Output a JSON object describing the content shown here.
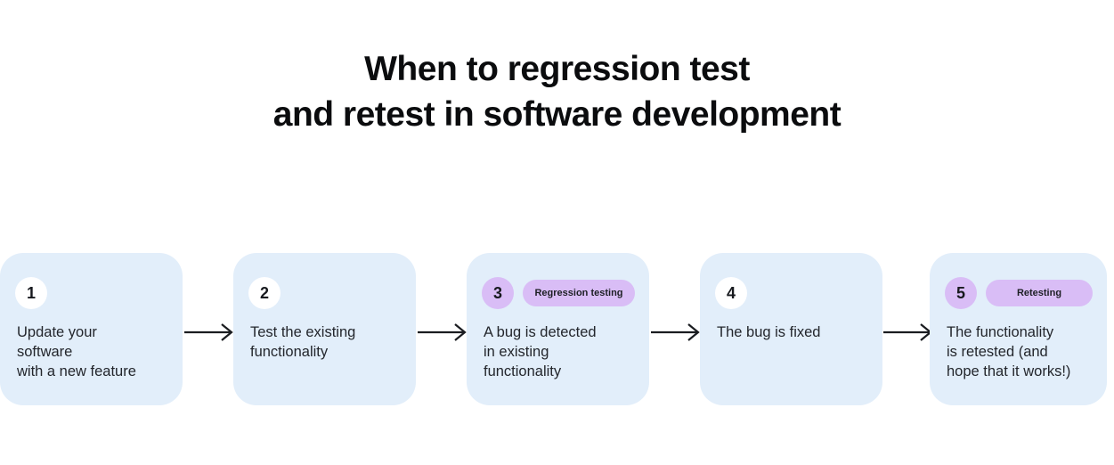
{
  "title": "When to regression test\nand retest in software development",
  "colors": {
    "card_bg": "#E2EEFA",
    "accent_purple": "#D9BDF6",
    "circle_plain": "#FFFFFF",
    "body_text": "#23262C",
    "title_text": "#0B0C0E",
    "arrow": "#1A1C20"
  },
  "steps": [
    {
      "number": "1",
      "text": "Update your\nsoftware\nwith a new feature",
      "badge": "",
      "highlighted": false
    },
    {
      "number": "2",
      "text": "Test the existing\nfunctionality",
      "badge": "",
      "highlighted": false
    },
    {
      "number": "3",
      "text": "A bug is detected\nin existing\nfunctionality",
      "badge": "Regression testing",
      "highlighted": true
    },
    {
      "number": "4",
      "text": "The bug is fixed",
      "badge": "",
      "highlighted": false
    },
    {
      "number": "5",
      "text": "The functionality\nis retested (and\nhope that it works!)",
      "badge": "Retesting",
      "highlighted": true
    }
  ]
}
